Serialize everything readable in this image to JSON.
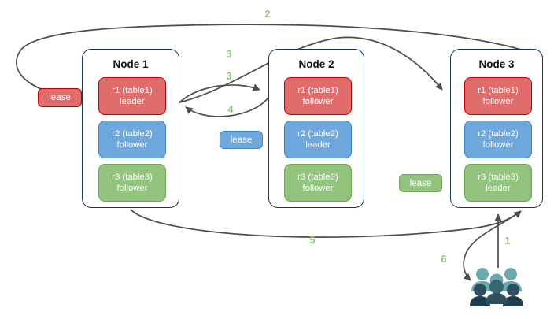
{
  "diagram": {
    "title": "Distributed lease / leader replica diagram",
    "colors": {
      "red_fill": "#e06c6c",
      "red_border": "#c00000",
      "blue_fill": "#6fa8dc",
      "blue_border": "#3d85c6",
      "green_fill": "#93c47d",
      "green_border": "#6aa84f",
      "node_border": "#17375e",
      "arrow": "#4d4d4d",
      "step_label": "#93c47d",
      "users_light": "#6aaaad",
      "users_dark": "#2f4f5e",
      "background": "#ffffff"
    },
    "nodes": [
      {
        "title": "Node 1",
        "replicas": [
          {
            "name": "r1 (table1)",
            "role": "leader",
            "color": "red"
          },
          {
            "name": "r2 (table2)",
            "role": "follower",
            "color": "blue"
          },
          {
            "name": "r3 (table3)",
            "role": "follower",
            "color": "green"
          }
        ]
      },
      {
        "title": "Node 2",
        "replicas": [
          {
            "name": "r1 (table1)",
            "role": "follower",
            "color": "red"
          },
          {
            "name": "r2 (table2)",
            "role": "leader",
            "color": "blue"
          },
          {
            "name": "r3 (table3)",
            "role": "follower",
            "color": "green"
          }
        ]
      },
      {
        "title": "Node 3",
        "replicas": [
          {
            "name": "r1 (table1)",
            "role": "follower",
            "color": "red"
          },
          {
            "name": "r2 (table2)",
            "role": "follower",
            "color": "blue"
          },
          {
            "name": "r3 (table3)",
            "role": "leader",
            "color": "green"
          }
        ]
      }
    ],
    "leases": [
      {
        "label": "lease",
        "color": "red"
      },
      {
        "label": "lease",
        "color": "blue"
      },
      {
        "label": "lease",
        "color": "green"
      }
    ],
    "steps": [
      {
        "label": "1"
      },
      {
        "label": "2"
      },
      {
        "label": "3"
      },
      {
        "label": "3"
      },
      {
        "label": "4"
      },
      {
        "label": "5"
      },
      {
        "label": "6"
      }
    ],
    "users_icon_name": "users-group-icon"
  }
}
